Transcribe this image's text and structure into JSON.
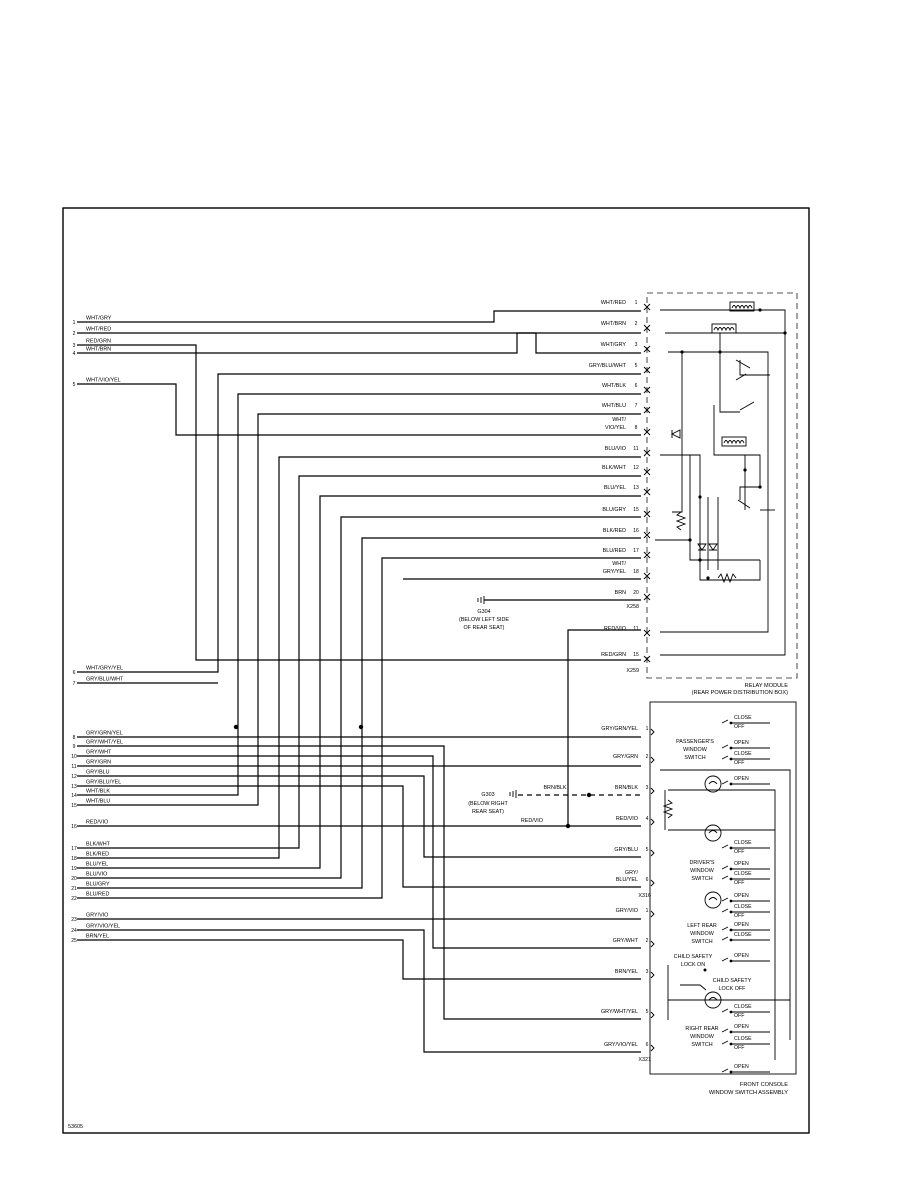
{
  "left_wires": [
    {
      "num": "1",
      "label": "WHT/GRY"
    },
    {
      "num": "2",
      "label": "WHT/RED"
    },
    {
      "num": "3",
      "label": "RED/GRN"
    },
    {
      "num": "4",
      "label": "WHT/BRN"
    },
    {
      "num": "5",
      "label": "WHT/VIO/YEL"
    },
    {
      "num": "6",
      "label": "WHT/GRY/YEL"
    },
    {
      "num": "7",
      "label": "GRY/BLU/WHT"
    },
    {
      "num": "8",
      "label": "GRY/GRN/YEL"
    },
    {
      "num": "9",
      "label": "GRY/WHT/YEL"
    },
    {
      "num": "10",
      "label": "GRY/WHT"
    },
    {
      "num": "11",
      "label": "GRY/GRN"
    },
    {
      "num": "12",
      "label": "GRY/BLU"
    },
    {
      "num": "13",
      "label": "GRY/BLU/YEL"
    },
    {
      "num": "14",
      "label": "WHT/BLK"
    },
    {
      "num": "15",
      "label": "WHT/BLU"
    },
    {
      "num": "16",
      "label": "RED/VIO"
    },
    {
      "num": "17",
      "label": "BLK/WHT"
    },
    {
      "num": "18",
      "label": "BLK/RED"
    },
    {
      "num": "19",
      "label": "BLU/YEL"
    },
    {
      "num": "20",
      "label": "BLU/VIO"
    },
    {
      "num": "21",
      "label": "BLU/GRY"
    },
    {
      "num": "22",
      "label": "BLU/RED"
    },
    {
      "num": "23",
      "label": "GRY/VIO"
    },
    {
      "num": "24",
      "label": "GRY/VIO/YEL"
    },
    {
      "num": "25",
      "label": "BRN/YEL"
    }
  ],
  "relay_pins": [
    {
      "label": "WHT/RED",
      "pin": "1"
    },
    {
      "label": "WHT/BRN",
      "pin": "2"
    },
    {
      "label": "WHT/GRY",
      "pin": "3"
    },
    {
      "label": "GRY/BLU/WHT",
      "pin": "5"
    },
    {
      "label": "WHT/BLK",
      "pin": "6"
    },
    {
      "label": "WHT/BLU",
      "pin": "7"
    },
    {
      "label": "WHT/ VIO/YEL",
      "pin": "8"
    },
    {
      "label": "BLU/VIO",
      "pin": "11"
    },
    {
      "label": "BLK/WHT",
      "pin": "12"
    },
    {
      "label": "BLU/YEL",
      "pin": "13"
    },
    {
      "label": "BLU/GRY",
      "pin": "15"
    },
    {
      "label": "BLK/RED",
      "pin": "16"
    },
    {
      "label": "BLU/RED",
      "pin": "17"
    },
    {
      "label": "WHT/ GRY/YEL",
      "pin": "18"
    },
    {
      "label": "BRN",
      "pin": "20"
    }
  ],
  "relay_connector_a": "X258",
  "relay_pins_b": [
    {
      "label": "RED/VIO",
      "pin": "11"
    },
    {
      "label": "RED/GRN",
      "pin": "15"
    }
  ],
  "relay_connector_b": "X259",
  "relay_module_caption": [
    "RELAY MODULE",
    "(REAR POWER DISTRIBUTION BOX)"
  ],
  "g304": [
    "G304",
    "(BELOW LEFT SIDE",
    "OF REAR SEAT)"
  ],
  "g303": [
    "G303",
    "(BELOW RIGHT",
    "REAR SEAT)"
  ],
  "g303_wire": "BRN/BLK",
  "red_vio_mid": "RED/VIO",
  "console_pins_a": [
    {
      "label": "GRY/GRN/YEL",
      "pin": "1"
    },
    {
      "label": "GRY/GRN",
      "pin": "2"
    },
    {
      "label": "BRN/BLK",
      "pin": "3"
    },
    {
      "label": "RED/VIO",
      "pin": "4"
    },
    {
      "label": "GRY/BLU",
      "pin": "5"
    },
    {
      "label": "GRY/ BLU/YEL",
      "pin": "6"
    }
  ],
  "console_connector_a": "X316",
  "console_pins_b": [
    {
      "label": "GRY/VIO",
      "pin": "1"
    },
    {
      "label": "GRY/WHT",
      "pin": "2"
    },
    {
      "label": "BRN/YEL",
      "pin": "3"
    },
    {
      "label": "GRY/WHT/YEL",
      "pin": "5"
    },
    {
      "label": "GRY/VIO/YEL",
      "pin": "6"
    }
  ],
  "console_connector_b": "X321",
  "switch_labels": {
    "passenger": [
      "PASSENGER'S",
      "WINDOW",
      "SWITCH"
    ],
    "driver": [
      "DRIVER'S",
      "WINDOW",
      "SWITCH"
    ],
    "left_rear": [
      "LEFT REAR",
      "WINDOW",
      "SWITCH"
    ],
    "right_rear": [
      "RIGHT REAR",
      "WINDOW",
      "SWITCH"
    ],
    "child_on": [
      "CHILD SAFETY",
      "LOCK ON"
    ],
    "child_off": [
      "CHILD SAFETY",
      "LOCK OFF"
    ]
  },
  "switch_positions": [
    "CLOSE",
    "OFF",
    "OPEN"
  ],
  "console_caption": [
    "FRONT CONSOLE",
    "WINDOW SWITCH ASSEMBLY"
  ],
  "figure_id": "53605"
}
